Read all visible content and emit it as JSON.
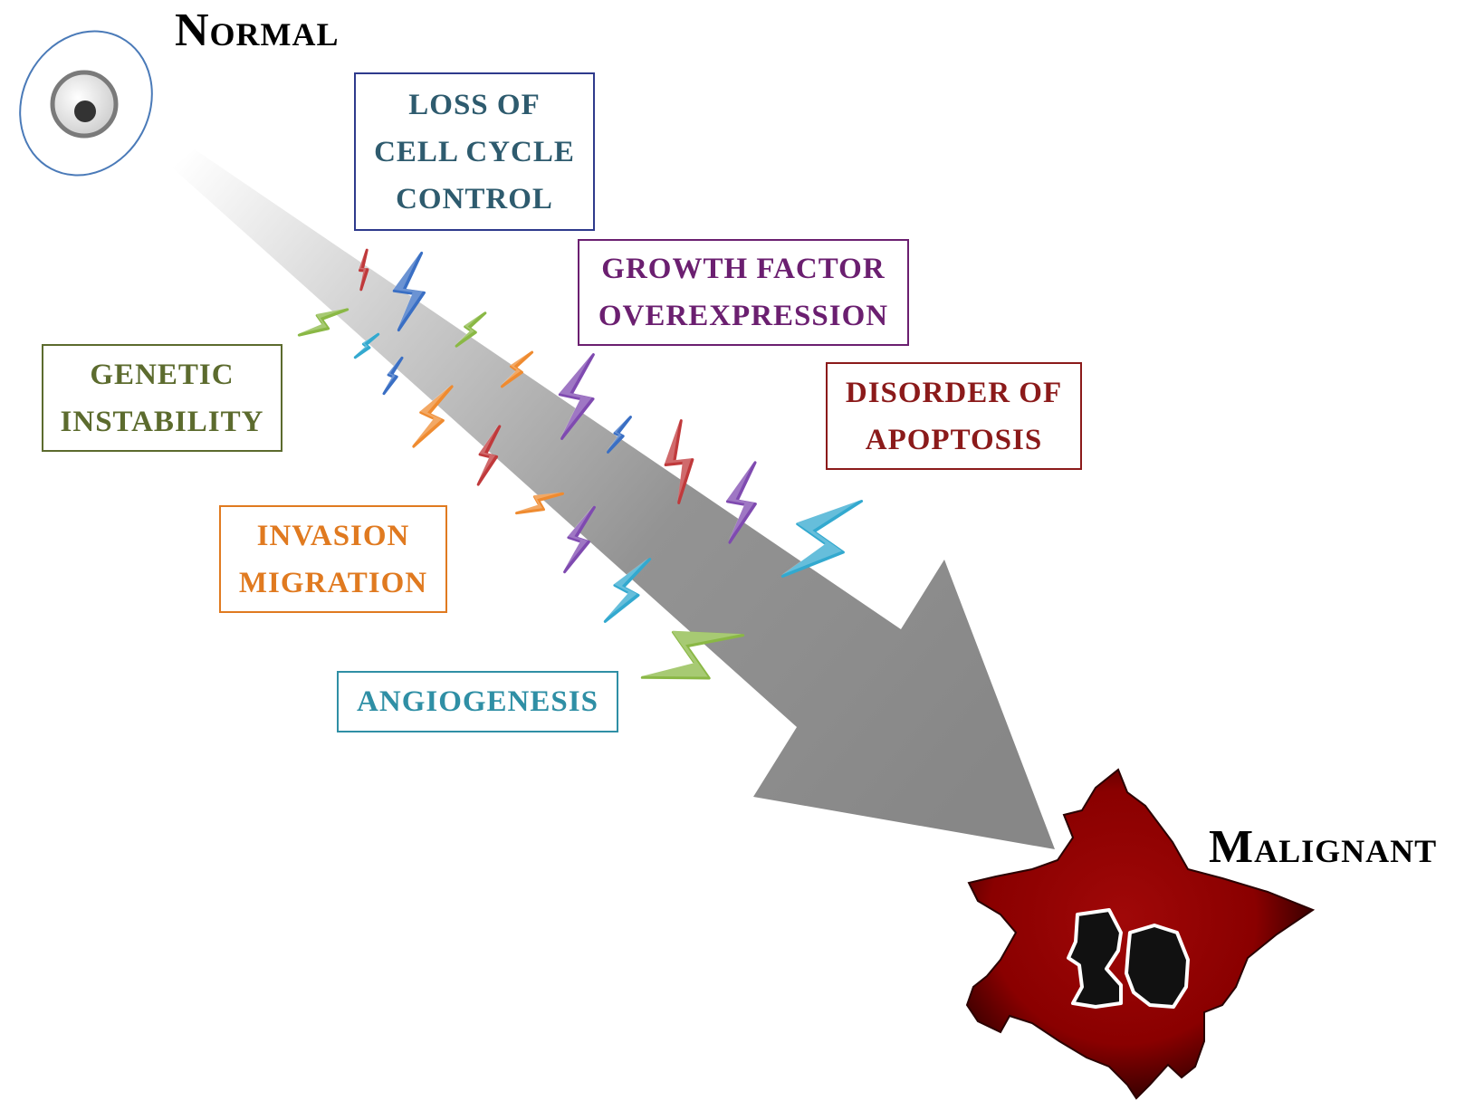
{
  "title_normal": "Normal",
  "title_malignant": "Malignant",
  "labels": {
    "cell_cycle": {
      "lines": [
        "LOSS OF",
        "CELL CYCLE",
        "CONTROL"
      ],
      "color": "#2e5b6e"
    },
    "growth_factor": {
      "lines": [
        "GROWTH FACTOR",
        "OVEREXPRESSION"
      ],
      "color": "#6b1f70"
    },
    "genetic": {
      "lines": [
        "GENETIC",
        "INSTABILITY"
      ],
      "color": "#5c6b2e"
    },
    "apoptosis": {
      "lines": [
        "DISORDER OF",
        "APOPTOSIS"
      ],
      "color": "#8b1a1a"
    },
    "invasion": {
      "lines": [
        "INVASION",
        "MIGRATION"
      ],
      "color": "#e07a20"
    },
    "angiogenesis": {
      "lines": [
        "ANGIOGENESIS"
      ],
      "color": "#2f8fa5"
    }
  },
  "colors": {
    "arrow": "#8f8f8f",
    "bolt_red": "#c0393b",
    "bolt_blue": "#3a6fc4",
    "bolt_green": "#8ab845",
    "bolt_cyan": "#33a9cf",
    "bolt_orange": "#ef8b30",
    "bolt_purple": "#7f4ab0",
    "cancer_cell": "#8b0000",
    "nucleus": "#111111"
  }
}
